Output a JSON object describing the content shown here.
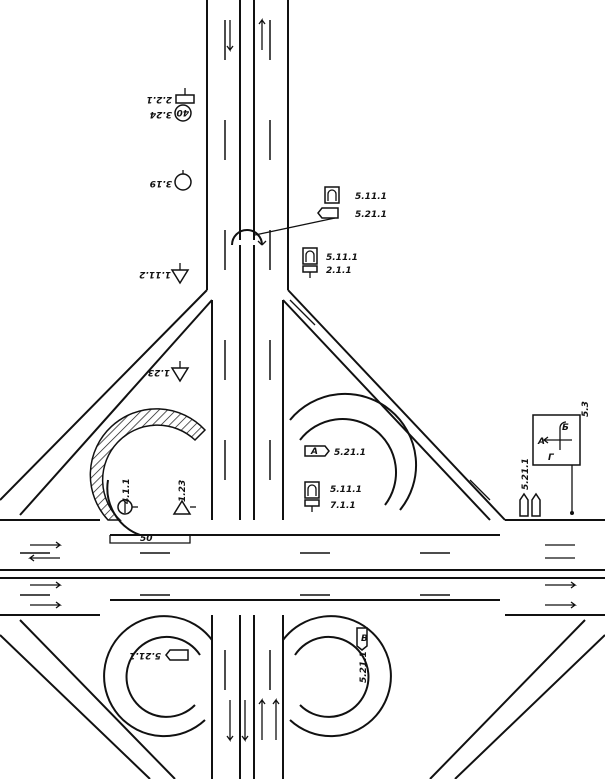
{
  "title": "Road interchange signage layout",
  "signs": {
    "s_2_2_1": "2.2.1",
    "s_3_24": "3.24",
    "s_3_24_value": "40",
    "s_3_19": "3.19",
    "s_1_11_2": "1.11.2",
    "s_1_23_top": "1.23",
    "s_5_11_1_a": "5.11.1",
    "s_5_21_1_a": "5.21.1",
    "s_5_11_1_b": "5.11.1",
    "s_2_1_1": "2.1.1",
    "s_5_21_1_b": "5.21.1",
    "s_5_21_1_b_letter": "A",
    "s_5_11_1_c": "5.11.1",
    "s_7_1_1": "7.1.1",
    "s_4_1_1": "4.1.1",
    "s_1_23": "1.23",
    "s_5_21_1_c": "5.21.1",
    "s_5_3": "5.3",
    "s_5_21_1_d": "5.21.1",
    "s_5_21_1_e": "5.21.1",
    "dir_a": "A",
    "dir_b": "Б",
    "dir_g": "Г",
    "dir_v": "В"
  },
  "dimension": "50"
}
